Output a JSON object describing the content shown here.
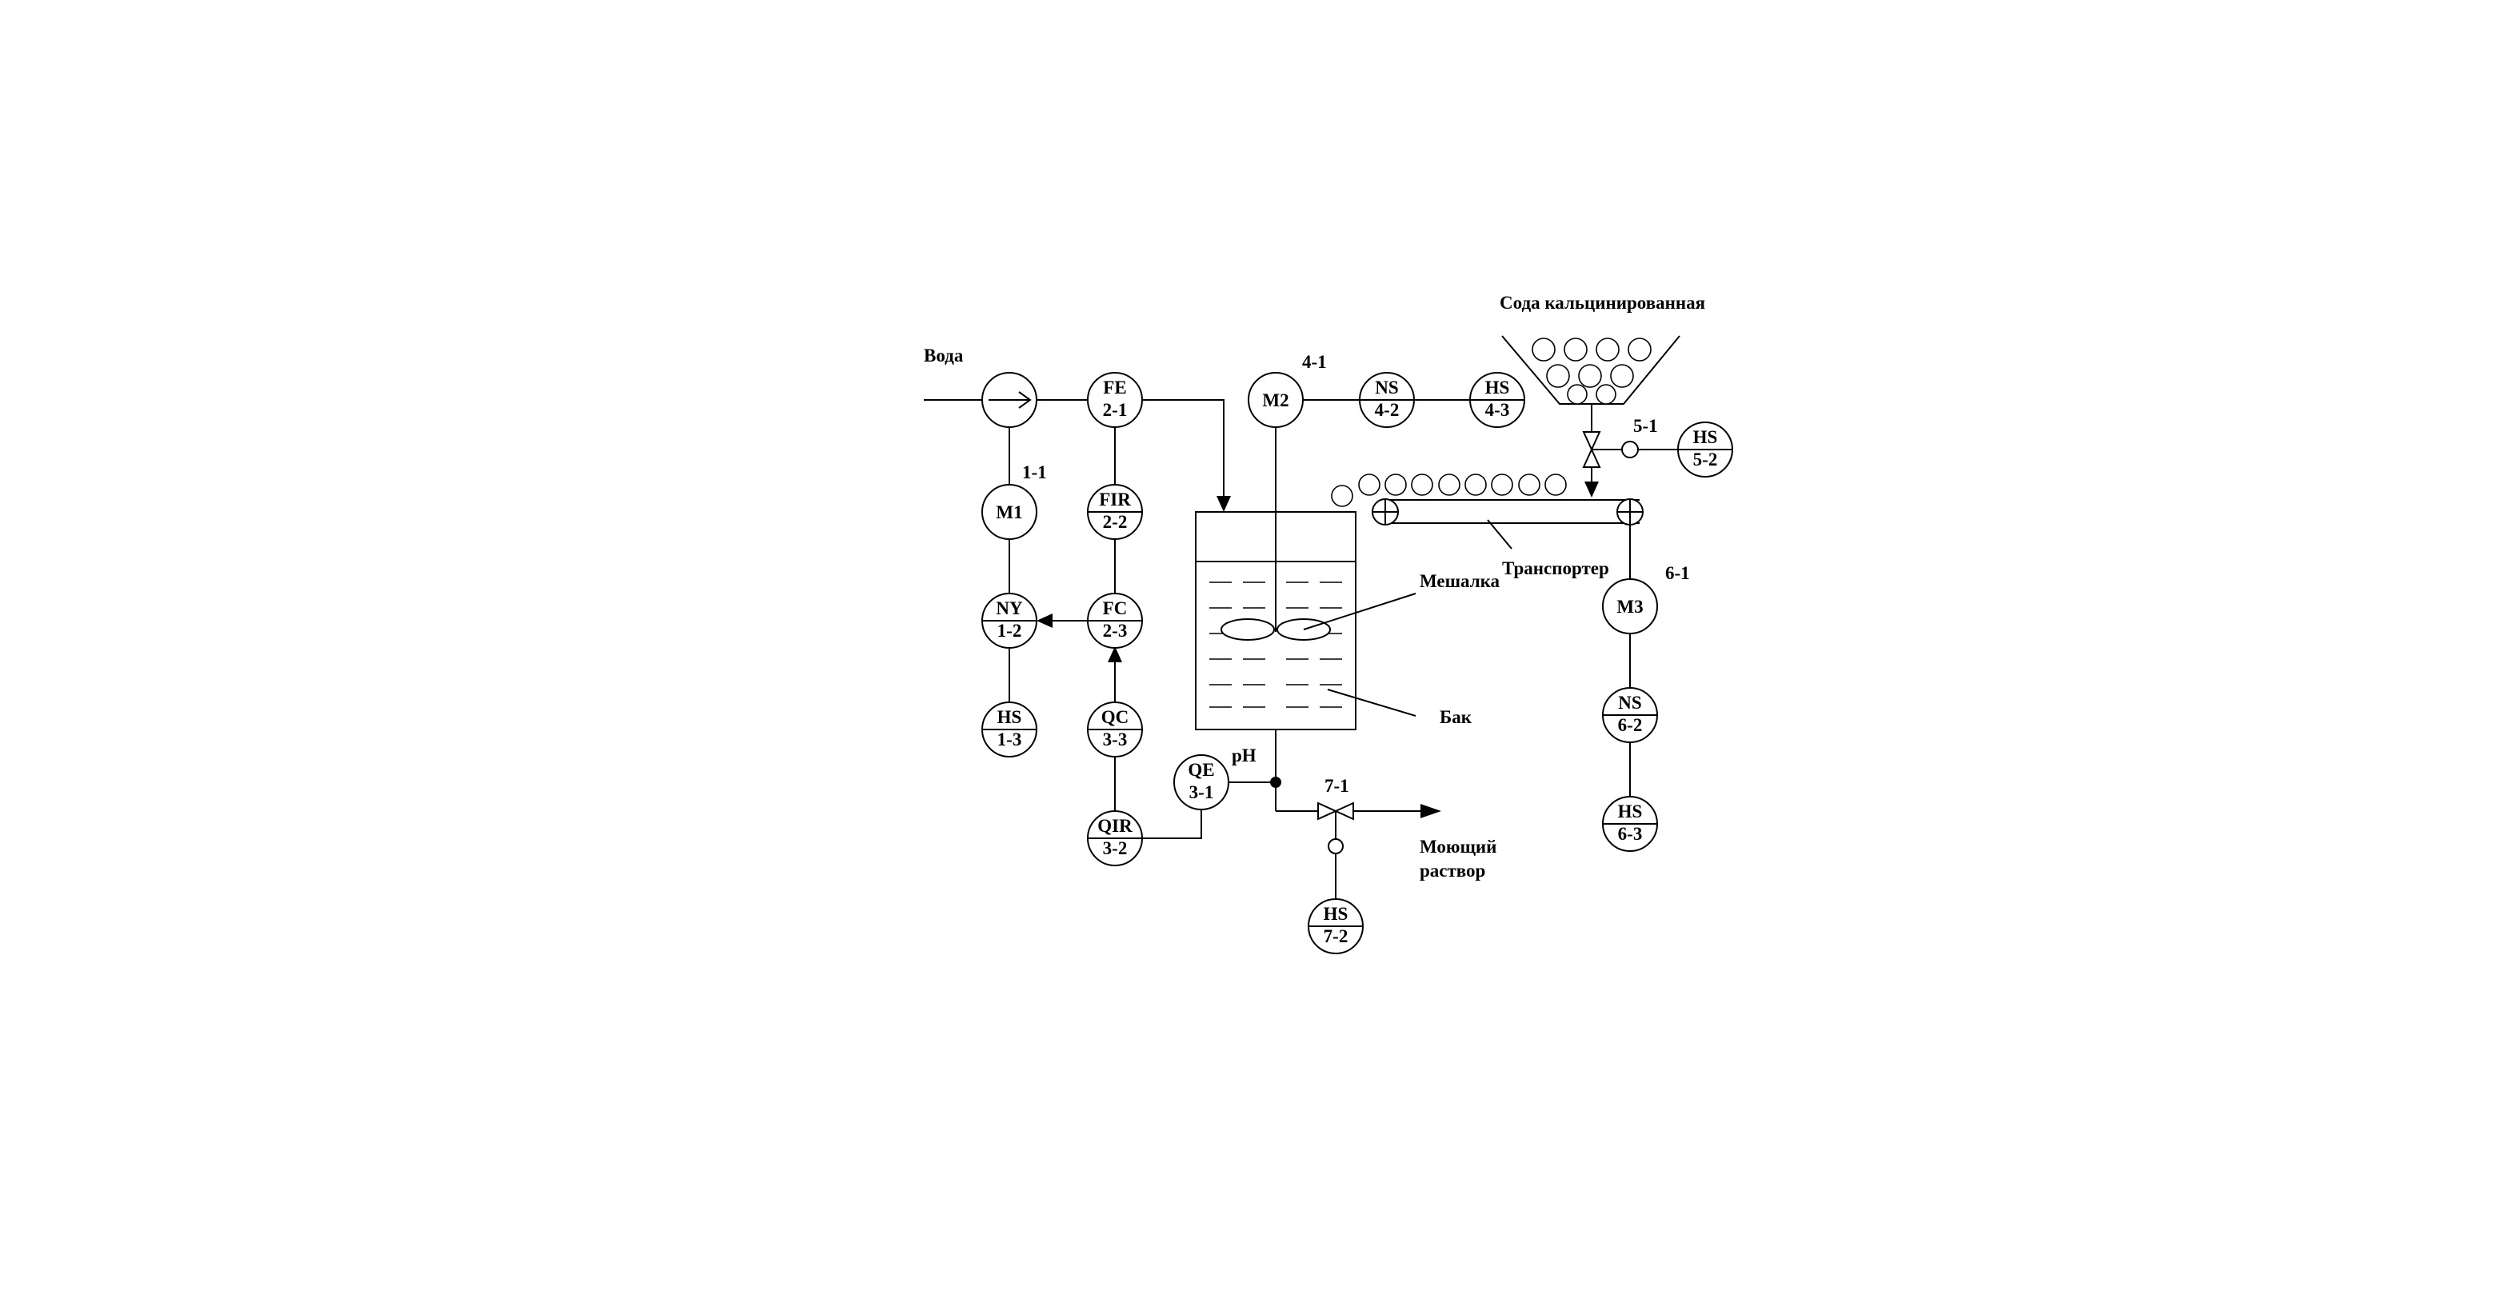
{
  "labels": {
    "water": "Вода",
    "soda": "Сода кальцинированная",
    "conveyor": "Транспортер",
    "mixer": "Мешалка",
    "tank": "Бак",
    "ph": "pH",
    "wash_line1": "Моющий",
    "wash_line2": "раствор"
  },
  "tags": {
    "m1": "1-1",
    "m2": "4-1",
    "valve5": "5-1",
    "m3": "6-1",
    "valve7": "7-1"
  },
  "instruments": {
    "M1": "M1",
    "M2": "M2",
    "M3": "M3",
    "FE": {
      "top": "FE",
      "bottom": "2-1"
    },
    "FIR": {
      "top": "FIR",
      "bottom": "2-2"
    },
    "FC": {
      "top": "FC",
      "bottom": "2-3"
    },
    "NY": {
      "top": "NY",
      "bottom": "1-2"
    },
    "HS13": {
      "top": "HS",
      "bottom": "1-3"
    },
    "QC": {
      "top": "QC",
      "bottom": "3-3"
    },
    "QIR": {
      "top": "QIR",
      "bottom": "3-2"
    },
    "QE": {
      "top": "QE",
      "bottom": "3-1"
    },
    "NS42": {
      "top": "NS",
      "bottom": "4-2"
    },
    "HS43": {
      "top": "HS",
      "bottom": "4-3"
    },
    "HS52": {
      "top": "HS",
      "bottom": "5-2"
    },
    "NS62": {
      "top": "NS",
      "bottom": "6-2"
    },
    "HS63": {
      "top": "HS",
      "bottom": "6-3"
    },
    "HS72": {
      "top": "HS",
      "bottom": "7-2"
    }
  }
}
